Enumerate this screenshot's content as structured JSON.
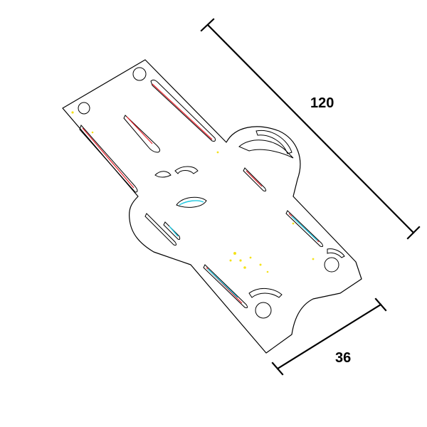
{
  "diagram": {
    "dimensions": [
      {
        "id": "length",
        "label": "120"
      },
      {
        "id": "width",
        "label": "36"
      }
    ],
    "colors": {
      "outline": "#000000",
      "artifact_red": "#e8202a",
      "artifact_cyan": "#22c8e0",
      "artifact_yellow": "#f4e21a",
      "background": "#ffffff"
    }
  }
}
